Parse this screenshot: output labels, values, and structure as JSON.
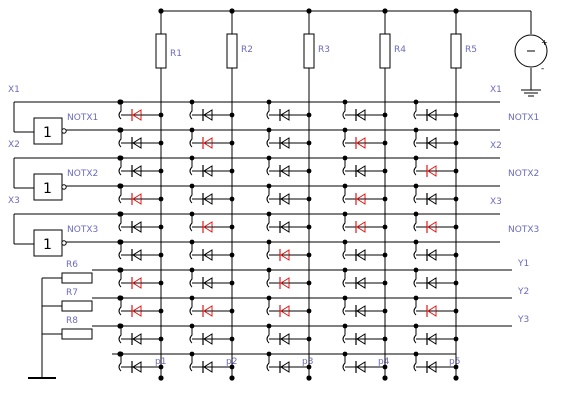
{
  "colors": {
    "wire": "#000000",
    "label": "#6b6bbd",
    "diode_normal": "#000000",
    "diode_active": "#e01818"
  },
  "resistors": [
    "R1",
    "R2",
    "R3",
    "R4",
    "R5"
  ],
  "input_resistors": [
    "R6",
    "R7",
    "R8"
  ],
  "inverters": [
    {
      "input": "X1",
      "output": "NOTX1",
      "gate": "1"
    },
    {
      "input": "X2",
      "output": "NOTX2",
      "gate": "1"
    },
    {
      "input": "X3",
      "output": "NOTX3",
      "gate": "1"
    }
  ],
  "row_labels_right": [
    "X1",
    "NOTX1",
    "X2",
    "NOTX2",
    "X3",
    "NOTX3",
    "Y1",
    "Y2",
    "Y3"
  ],
  "outputs": [
    "p1",
    "p2",
    "p3",
    "p4",
    "p5"
  ],
  "battery": {
    "plus": "+",
    "minus": "-"
  },
  "diode_matrix": {
    "rows": [
      "X1",
      "NOTX1",
      "X2",
      "NOTX2",
      "X3",
      "NOTX3",
      "Y1",
      "Y2",
      "Y3",
      "bottom"
    ],
    "active": [
      [
        1,
        0,
        0,
        0,
        0
      ],
      [
        0,
        1,
        0,
        1,
        0
      ],
      [
        0,
        0,
        0,
        0,
        1
      ],
      [
        1,
        0,
        0,
        1,
        0
      ],
      [
        0,
        1,
        0,
        1,
        1
      ],
      [
        0,
        0,
        1,
        0,
        0
      ],
      [
        1,
        0,
        1,
        0,
        0
      ],
      [
        1,
        1,
        1,
        0,
        1
      ],
      [
        0,
        0,
        0,
        0,
        0
      ],
      [
        0,
        0,
        0,
        0,
        0
      ]
    ]
  }
}
